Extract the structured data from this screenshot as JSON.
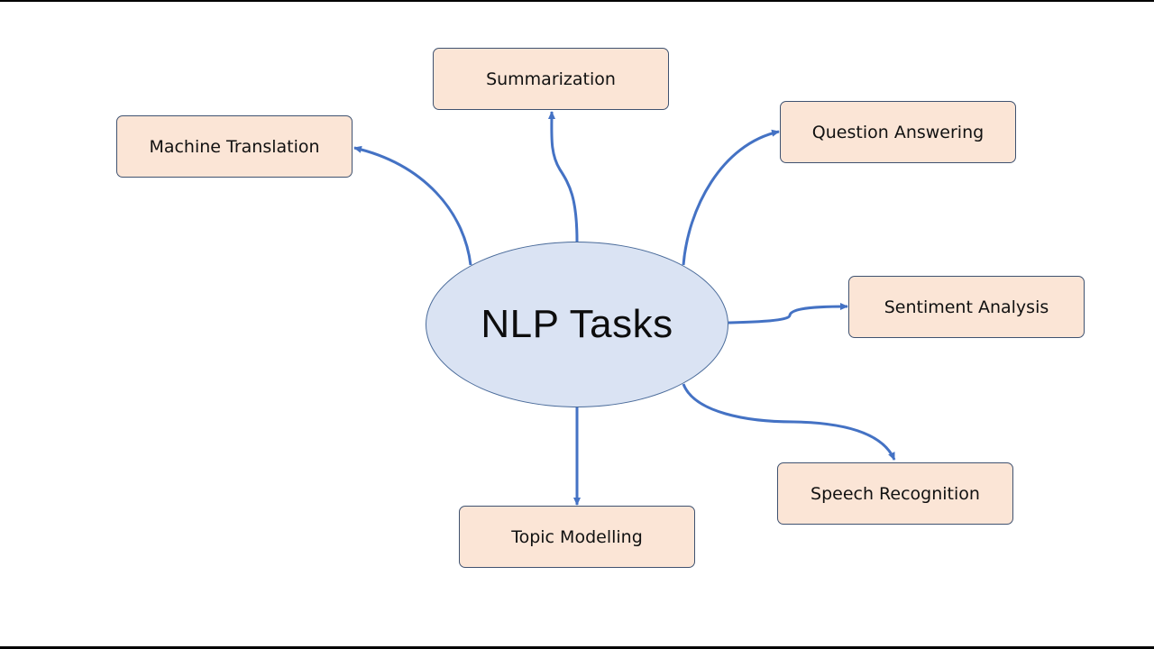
{
  "diagram": {
    "center": {
      "label": "NLP Tasks"
    },
    "tasks": [
      {
        "label": "Summarization"
      },
      {
        "label": "Machine Translation"
      },
      {
        "label": "Question Answering"
      },
      {
        "label": "Sentiment Analysis"
      },
      {
        "label": "Speech Recognition"
      },
      {
        "label": "Topic Modelling"
      }
    ]
  },
  "colors": {
    "center_fill": "#dae3f3",
    "task_fill": "#fbe5d6",
    "connector": "#4472c4"
  }
}
